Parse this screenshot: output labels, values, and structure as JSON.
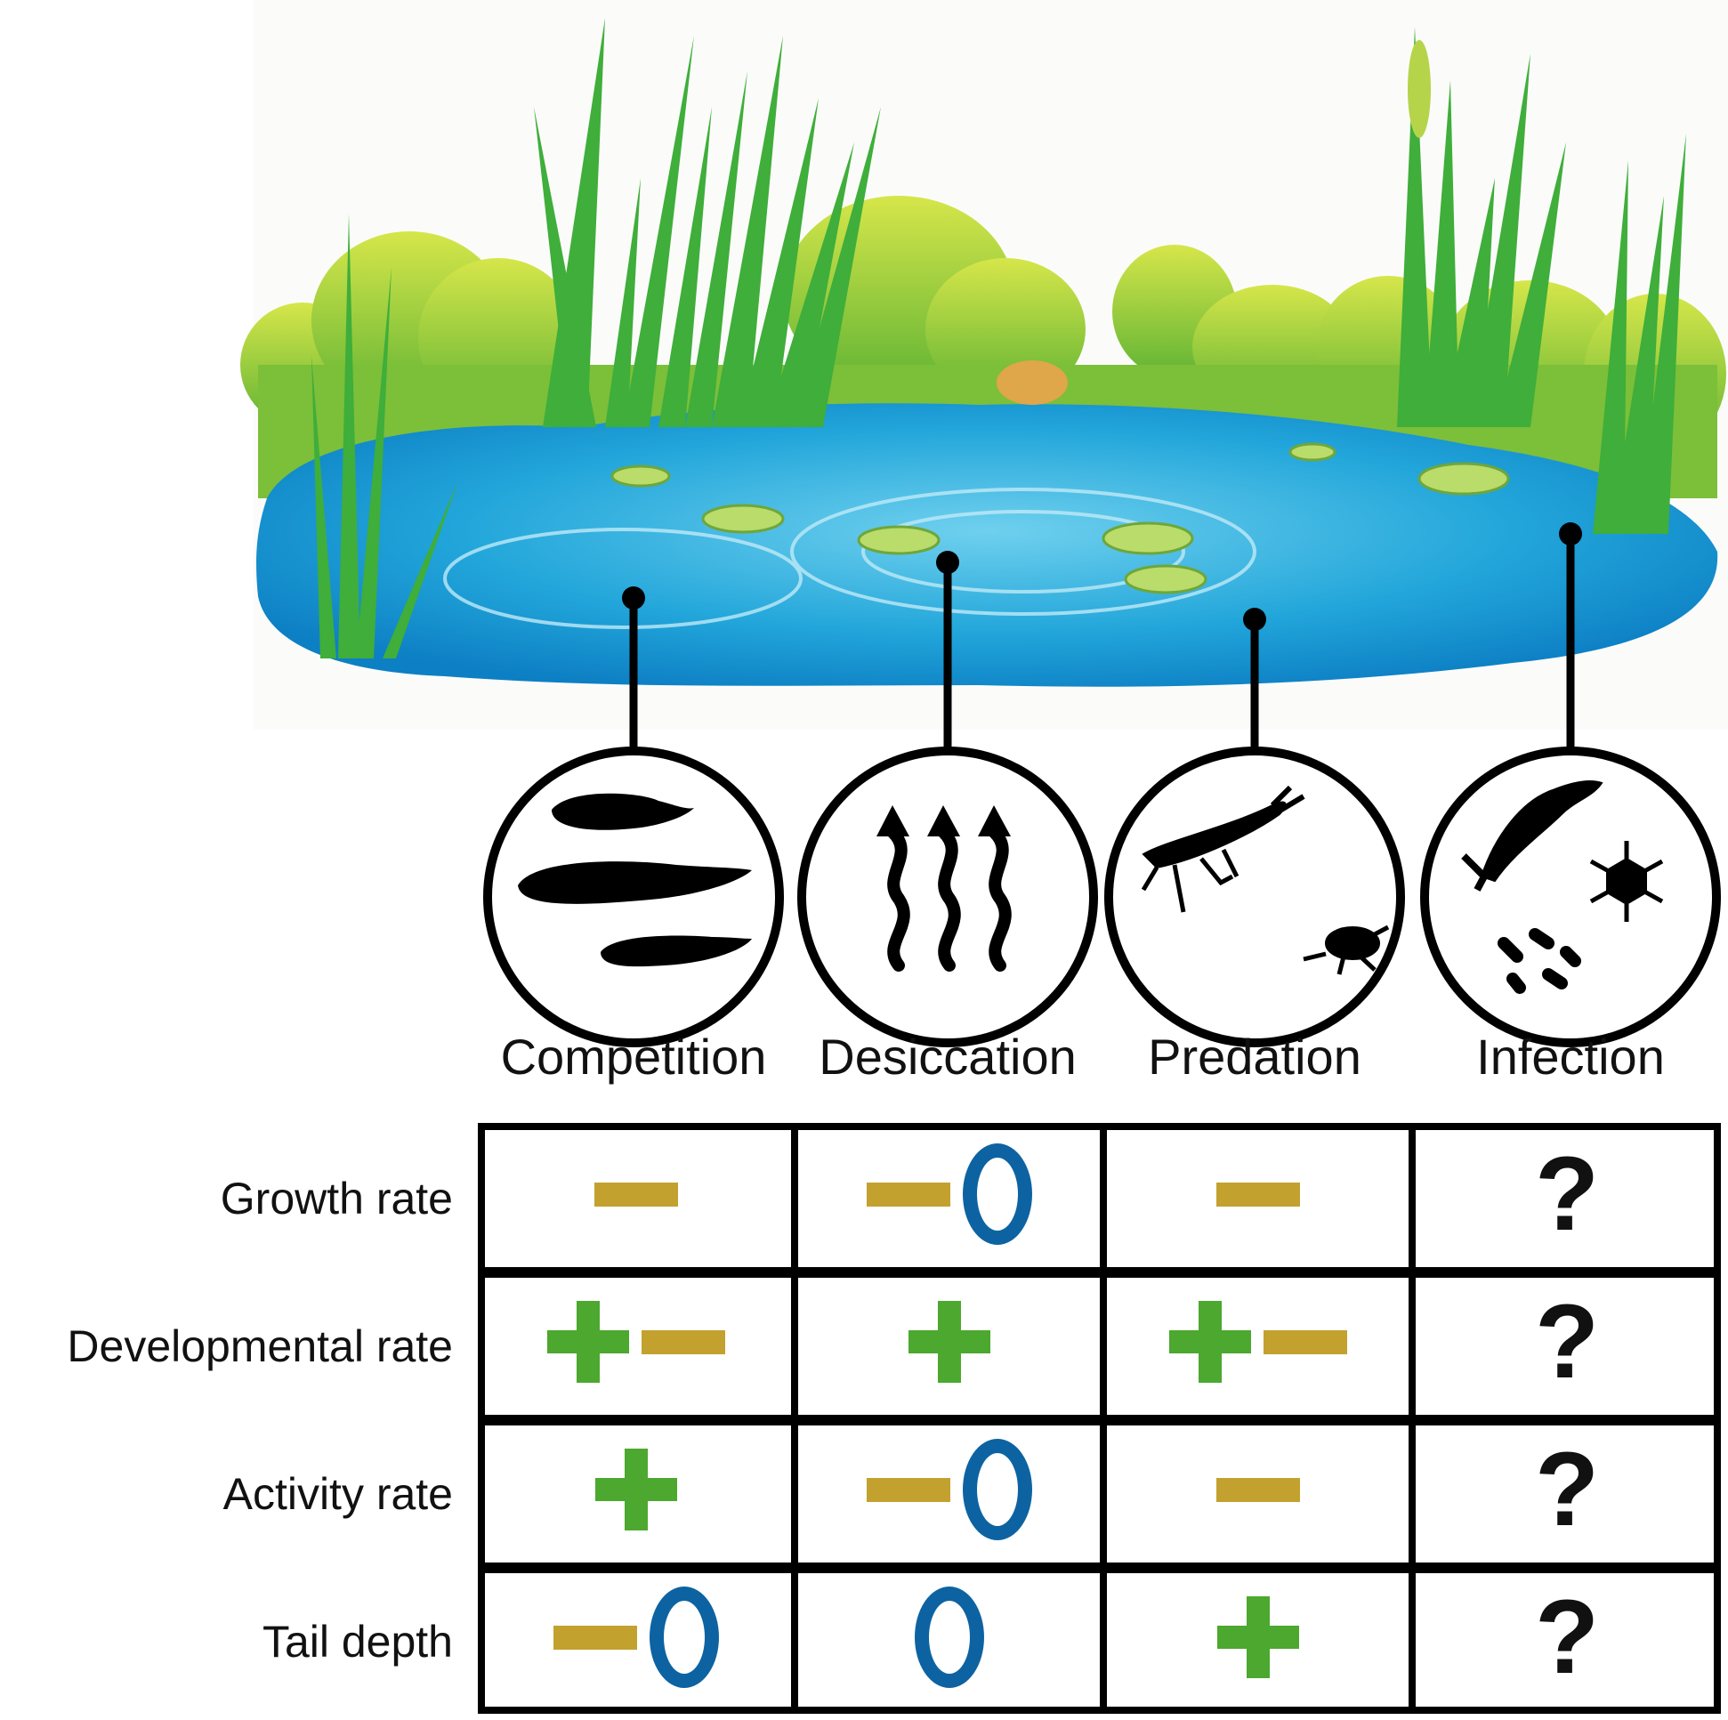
{
  "colors": {
    "negative": "#c3a12f",
    "positive": "#4ca82f",
    "neutral": "#0d63a1",
    "water": "#1fa2d6",
    "reed": "#3fae3a",
    "bush": "#a6cf3a"
  },
  "factors": [
    {
      "label": "Competition",
      "icon": "tadpoles-icon"
    },
    {
      "label": "Desiccation",
      "icon": "evaporation-arrows-icon"
    },
    {
      "label": "Predation",
      "icon": "predatory-insects-icon"
    },
    {
      "label": "Infection",
      "icon": "pathogens-icon"
    }
  ],
  "rows": [
    {
      "label": "Growth rate",
      "cells": [
        [
          "minus"
        ],
        [
          "minus",
          "zero"
        ],
        [
          "minus"
        ],
        [
          "unknown"
        ]
      ]
    },
    {
      "label": "Developmental rate",
      "cells": [
        [
          "plus",
          "minus"
        ],
        [
          "plus"
        ],
        [
          "plus",
          "minus"
        ],
        [
          "unknown"
        ]
      ]
    },
    {
      "label": "Activity rate",
      "cells": [
        [
          "plus"
        ],
        [
          "minus",
          "zero"
        ],
        [
          "minus"
        ],
        [
          "unknown"
        ]
      ]
    },
    {
      "label": "Tail depth",
      "cells": [
        [
          "minus",
          "zero"
        ],
        [
          "zero"
        ],
        [
          "plus"
        ],
        [
          "unknown"
        ]
      ]
    }
  ],
  "unknown_symbol": "?"
}
